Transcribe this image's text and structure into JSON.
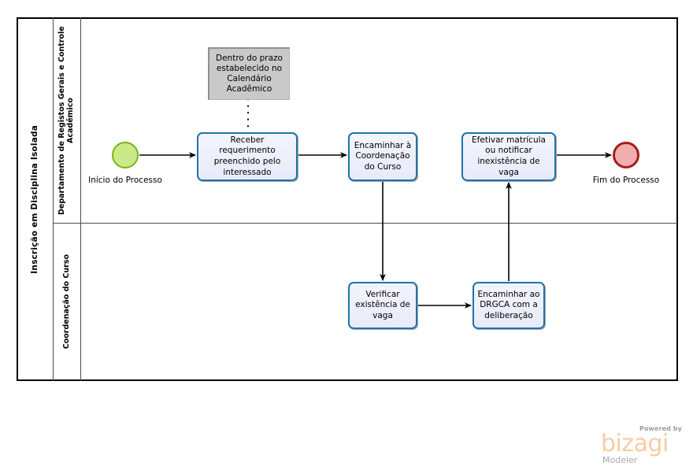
{
  "diagram": {
    "type": "bpmn-process-diagram",
    "pool": {
      "title": "Inscrição em Disciplina Isolada",
      "lanes": [
        {
          "id": "lane-drgca",
          "label": "Departamento de Registos Gerais e Controle Acadêmico"
        },
        {
          "id": "lane-coordenacao",
          "label": "Coordenação do Curso"
        }
      ]
    },
    "events": [
      {
        "id": "start-event",
        "label": "Início do Processo",
        "kind": "start",
        "fill": "#cbe986",
        "stroke": "#7ab317"
      },
      {
        "id": "end-event",
        "label": "Fim do Processo",
        "kind": "end",
        "fill": "#f0afae",
        "stroke": "#a51d1d"
      }
    ],
    "tasks": [
      {
        "id": "task-receber",
        "label": "Receber requerimento preenchido pelo interessado",
        "lane": "lane-drgca"
      },
      {
        "id": "task-encaminhar",
        "label": "Encaminhar à Coordenação do Curso",
        "lane": "lane-drgca"
      },
      {
        "id": "task-efetivar",
        "label": "Efetivar matrícula ou notificar inexistência de vaga",
        "lane": "lane-drgca"
      },
      {
        "id": "task-verificar",
        "label": "Verificar existência de vaga",
        "lane": "lane-coordenacao"
      },
      {
        "id": "task-drgca",
        "label": "Encaminhar ao DRGCA com a deliberação",
        "lane": "lane-coordenacao"
      }
    ],
    "annotations": [
      {
        "id": "annotation-prazo",
        "label": "Dentro do prazo estabelecido no Calendário Acadêmico",
        "attached_to": "task-receber"
      }
    ],
    "flows": [
      {
        "from": "start-event",
        "to": "task-receber"
      },
      {
        "from": "task-receber",
        "to": "task-encaminhar"
      },
      {
        "from": "task-encaminhar",
        "to": "task-verificar"
      },
      {
        "from": "task-verificar",
        "to": "task-drgca"
      },
      {
        "from": "task-drgca",
        "to": "task-efetivar"
      },
      {
        "from": "task-efetivar",
        "to": "end-event"
      }
    ],
    "colors": {
      "task_stroke": "#1f73a8",
      "task_fill": "#eceffb",
      "annotation_fill": "#c9c9c9",
      "flow_stroke": "#000000"
    }
  },
  "branding": {
    "powered_by": "Powered by",
    "product": "bizagi",
    "edition": "Modeler",
    "logo_color": "#f6cda2"
  }
}
